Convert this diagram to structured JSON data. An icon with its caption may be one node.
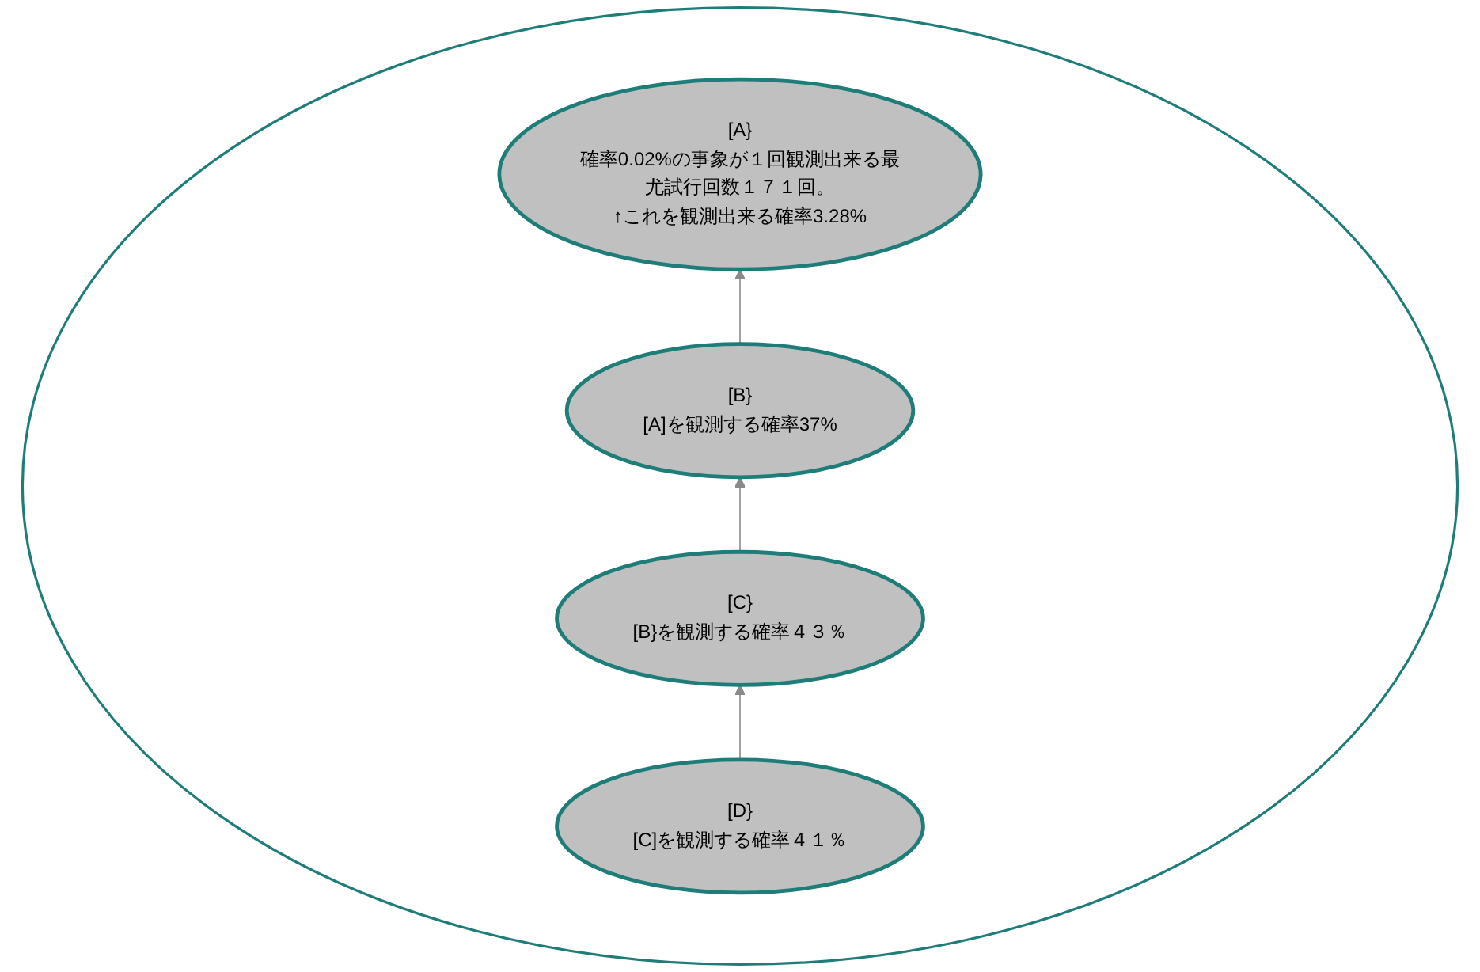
{
  "diagram": {
    "nodes": [
      {
        "text": [],
        "shape": "ellipse"
      },
      {
        "text": [
          "[B}",
          "[A]を観測する確率37%"
        ],
        "in": 0
      },
      {
        "text": [
          "[A}",
          "確率0.02%の事象が１回観測出来る最尤試行回数１７１回。",
          "↑これを観測出来る確率3.28%"
        ],
        "in": 0
      },
      {
        "text": [
          "[C}",
          "[B}を観測する確率４３％"
        ],
        "in": 0
      },
      {
        "text": [
          "[D}",
          "[C]を観測する確率４１％"
        ],
        "in": 0
      }
    ],
    "edges": [
      {
        "from": 1,
        "to": 2,
        "arrow": "to"
      },
      {
        "from": 3,
        "to": 1,
        "arrow": "to"
      },
      {
        "from": 4,
        "to": 3,
        "arrow": "to"
      }
    ]
  }
}
